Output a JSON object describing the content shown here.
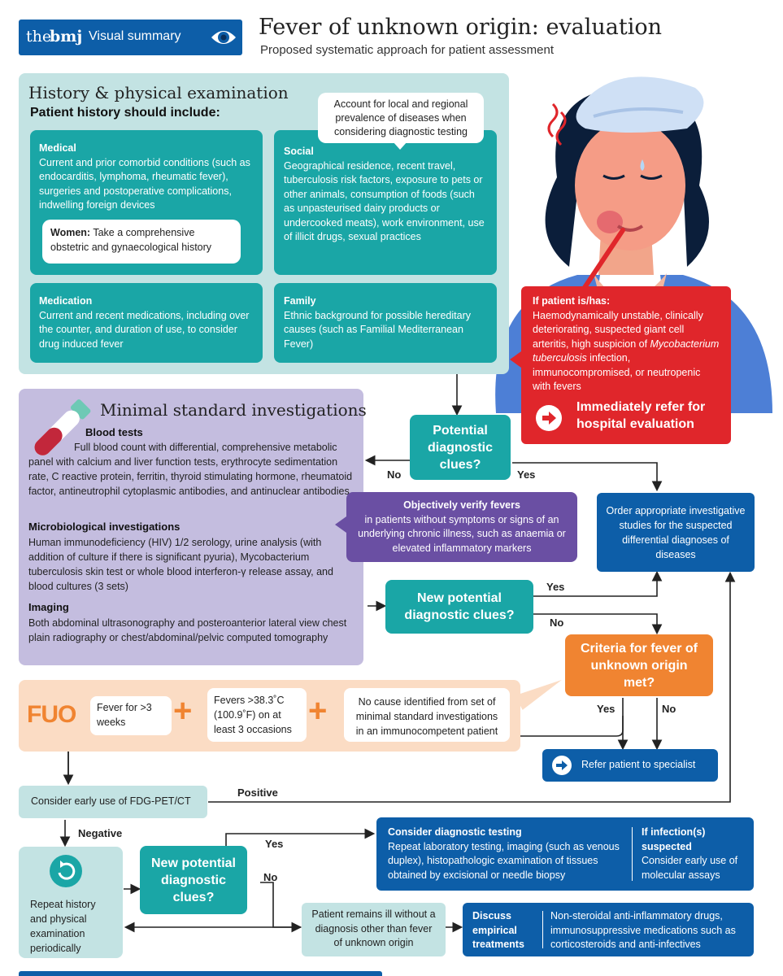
{
  "header": {
    "brand_the": "the",
    "brand_bmj": "bmj",
    "brand_visual": "Visual summary",
    "title": "Fever of unknown origin: evaluation",
    "subtitle": "Proposed systematic approach for patient assessment"
  },
  "history": {
    "heading": "History & physical examination",
    "subheading": "Patient history should include:",
    "callout": "Account for local and regional prevalence of diseases when considering diagnostic testing",
    "medical_title": "Medical",
    "medical_text": "Current and prior comorbid conditions (such as endocarditis, lymphoma, rheumatic fever), surgeries and postoperative complications, indwelling foreign devices",
    "women_label": "Women:",
    "women_text": " Take a comprehensive obstetric and gynaecological history",
    "social_title": "Social",
    "social_text": "Geographical residence, recent travel, tuberculosis risk factors, exposure to pets or other animals, consumption of foods (such as unpasteurised dairy products or undercooked meats), work environment, use of illicit drugs, sexual practices",
    "medication_title": "Medication",
    "medication_text": "Current and recent medications, including over the counter, and duration of use, to consider drug induced fever",
    "family_title": "Family",
    "family_text": "Ethnic background for possible hereditary causes (such as Familial Mediterranean Fever)"
  },
  "red_box": {
    "title": "If patient is/has:",
    "text_1": "Haemodynamically unstable, clinically deteriorating, suspected giant cell arteritis, high suspicion of ",
    "text_italic": "Mycobacterium tuberculosis",
    "text_2": " infection, immunocompromised, or neutropenic with fevers",
    "action": "Immediately refer for hospital evaluation"
  },
  "minimal": {
    "heading": "Minimal standard investigations",
    "blood_title": "Blood tests",
    "blood_text": "Full blood count with differential, comprehensive metabolic panel with calcium and liver function tests, erythrocyte sedimentation rate, C reactive protein, ferritin, thyroid stimulating hormone, rheumatoid factor, antineutrophil cytoplasmic antibodies, and antinuclear antibodies",
    "micro_title": "Microbiological investigations",
    "micro_text": "Human immunodeficiency (HIV) 1/2 serology, urine analysis (with addition of culture if there is significant pyuria), Mycobacterium tuberculosis skin test or whole blood interferon-γ release assay, and blood cultures (3 sets)",
    "imaging_title": "Imaging",
    "imaging_text": "Both abdominal ultrasonography and posteroanterior lateral view chest plain radiography or chest/abdominal/pelvic computed tomography"
  },
  "flow": {
    "potential_clues": "Potential diagnostic clues?",
    "no": "No",
    "yes": "Yes",
    "verify_title": "Objectively verify fevers",
    "verify_text": "in patients without symptoms or signs of an underlying chronic illness, such as anaemia or elevated inflammatory markers",
    "order_text": "Order appropriate investigative studies for the suspected differential diagnoses of diseases",
    "new_clues": "New potential diagnostic clues?",
    "criteria": "Criteria for fever of unknown origin met?",
    "refer_specialist": "Refer patient to specialist",
    "consider_pet": "Consider early use of FDG-PET/CT",
    "positive": "Positive",
    "negative": "Negative",
    "repeat_history": "Repeat history and physical examination periodically",
    "new_clues_2": "New potential diagnostic clues?",
    "consider_testing_title": "Consider diagnostic testing",
    "consider_testing_text": "Repeat laboratory testing, imaging (such as venous duplex), histopathologic examination of tissues obtained by excisional or needle biopsy",
    "infection_title": "If infection(s) suspected",
    "infection_text": "Consider early use of molecular assays",
    "remains_ill": "Patient remains ill without a diagnosis other than fever of unknown origin",
    "discuss": "Discuss empirical treatments",
    "treatments": "Non-steroidal anti-inflammatory drugs, immunosuppressive medications such as corticosteroids and anti-infectives"
  },
  "fuo": {
    "label": "FUO",
    "c1": "Fever for >3 weeks",
    "plus": "+",
    "c2": "Fevers >38.3˚C (100.9˚F) on at least 3 occasions",
    "c3": "No cause identified from set of minimal standard investigations in an immunocompetent patient"
  },
  "colors": {
    "teal": "#1aa6a6",
    "teal_light": "#c3e3e3",
    "lavender": "#c4bddf",
    "purple": "#6a4fa3",
    "navy": "#0d5ea8",
    "orange": "#f08431",
    "red": "#e0262b",
    "fuo_bg": "#fbdcc4"
  }
}
